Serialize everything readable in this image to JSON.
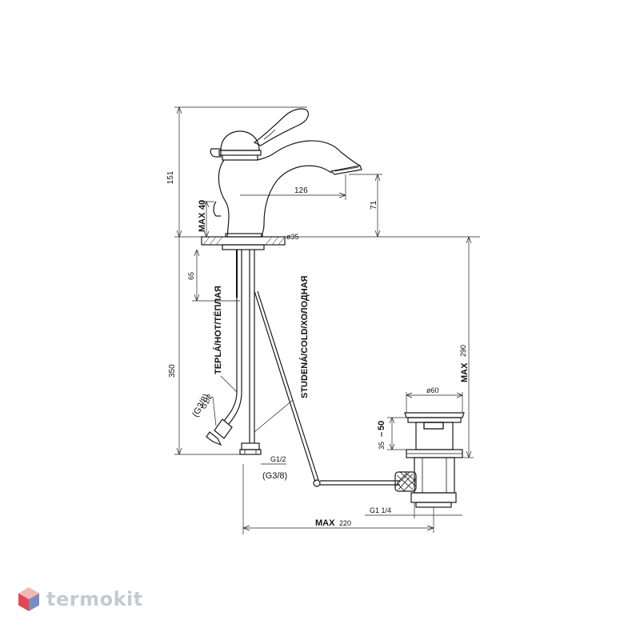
{
  "labels": {
    "height_total": "151",
    "max_label_a": "MAX",
    "max_value_a": "40",
    "reach": "126",
    "spout_height": "71",
    "base_diameter": "ø35",
    "depth_65": "65",
    "depth_350": "350",
    "hot_pipe": "TEPLÁ/HOT/ТЁПЛАЯ",
    "cold_pipe": "STUDENÁ/COLD/ХОЛОДНАЯ",
    "hot_thread": "G1/2",
    "hot_thread_alt": "(G3/8)",
    "cold_thread": "G1/2",
    "cold_thread_alt": "(G3/8)",
    "max_label_b": "MAX",
    "max_value_b": "290",
    "waste_diameter": "ø60",
    "waste_range_lo": "35",
    "waste_range_sep": "–",
    "waste_range_hi": "50",
    "waste_thread": "G1 1/4",
    "max_label_c": "MAX",
    "max_value_c": "220"
  },
  "logo": {
    "text": "termokit",
    "icon": "hexagon-cube-icon",
    "colors": {
      "top": "#f2b8b8",
      "left": "#e0485a",
      "right": "#7b8cc4",
      "text": "#c5c9d0"
    }
  }
}
